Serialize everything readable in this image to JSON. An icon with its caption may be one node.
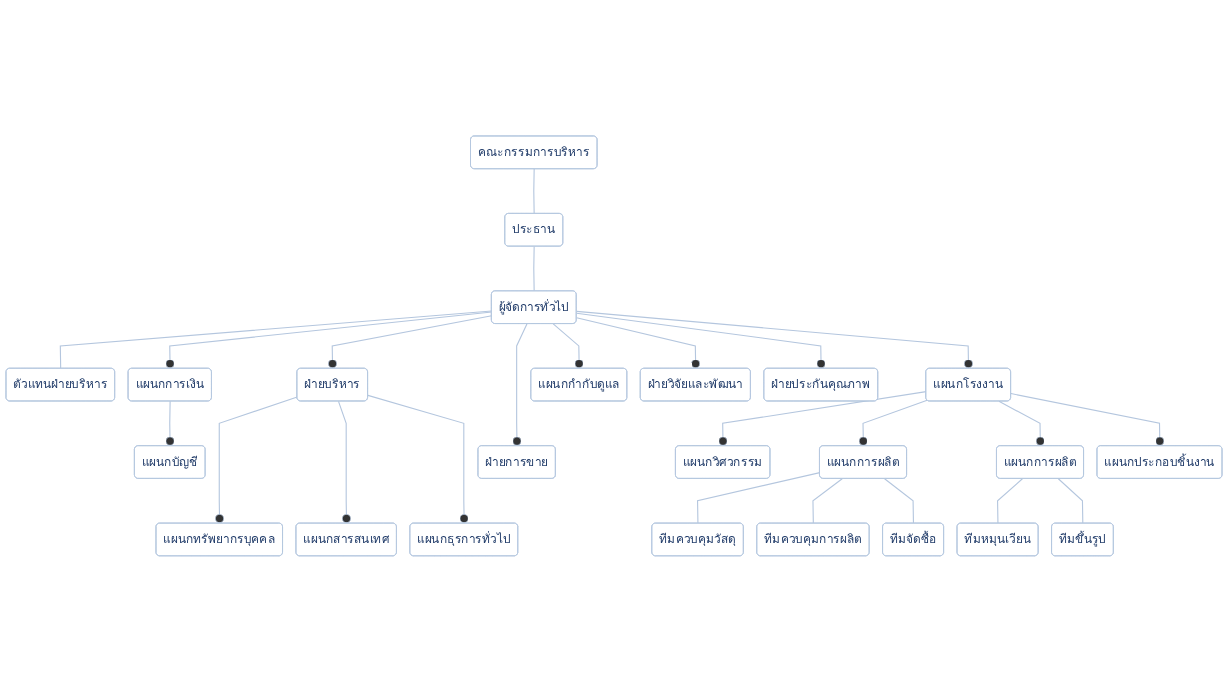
{
  "diagram": {
    "nodes": [
      {
        "text": [
          "คณะกรรมการบริหาร"
        ]
      },
      {
        "text": [
          "ประธาน"
        ]
      },
      {
        "text": [
          "ผู้จัดการทั่วไป"
        ]
      },
      {
        "text": [
          "ตัวแทนฝ่ายบริหาร"
        ]
      },
      {
        "text": [
          "แผนกการเงิน"
        ]
      },
      {
        "text": [
          "ฝ่ายบริหาร"
        ]
      },
      {
        "text": [
          "ฝ่ายการขาย"
        ]
      },
      {
        "text": [
          "แผนกกำกับดูแล"
        ]
      },
      {
        "text": [
          "ฝ่ายวิจัยและพัฒนา"
        ]
      },
      {
        "text": [
          "ฝ่ายประกันคุณภาพ"
        ]
      },
      {
        "text": [
          "แผนกโรงงาน"
        ]
      },
      {
        "text": [
          "แผนกบัญชี"
        ]
      },
      {
        "text": [
          "แผนกทรัพยากรบุคคล"
        ]
      },
      {
        "text": [
          "แผนกสารสนเทศ"
        ]
      },
      {
        "text": [
          "แผนกธุรการทั่วไป"
        ]
      },
      {
        "text": [
          "แผนกวิศวกรรม"
        ]
      },
      {
        "text": [
          "แผนกการผลิต"
        ]
      },
      {
        "text": [
          "แผนกการผลิต"
        ]
      },
      {
        "text": [
          "แผนกประกอบชิ้นงาน"
        ]
      },
      {
        "text": [
          "ทีมควบคุมวัสดุ"
        ]
      },
      {
        "text": [
          "ทีมควบคุมการผลิต"
        ]
      },
      {
        "text": [
          "ทีมจัดซื้อ"
        ]
      },
      {
        "text": [
          "ทีมหมุนเวียน"
        ]
      },
      {
        "text": [
          "ทีมขึ้นรูป"
        ]
      }
    ],
    "edges": [
      {
        "from": 0,
        "to": 1,
        "arrow": "none"
      },
      {
        "from": 1,
        "to": 2,
        "arrow": "none"
      },
      {
        "from": 2,
        "to": 3,
        "arrow": "none"
      },
      {
        "from": 2,
        "to": 4,
        "arrow": "other"
      },
      {
        "from": 2,
        "to": 5,
        "arrow": "other"
      },
      {
        "from": 2,
        "to": 6,
        "arrow": "other"
      },
      {
        "from": 2,
        "to": 7,
        "arrow": "other"
      },
      {
        "from": 2,
        "to": 8,
        "arrow": "other"
      },
      {
        "from": 2,
        "to": 9,
        "arrow": "other"
      },
      {
        "from": 2,
        "to": 10,
        "arrow": "other"
      },
      {
        "from": 4,
        "to": 11,
        "arrow": "other"
      },
      {
        "from": 5,
        "to": 12,
        "arrow": "other"
      },
      {
        "from": 5,
        "to": 13,
        "arrow": "other"
      },
      {
        "from": 5,
        "to": 14,
        "arrow": "other"
      },
      {
        "from": 10,
        "to": 15,
        "arrow": "other"
      },
      {
        "from": 10,
        "to": 16,
        "arrow": "other"
      },
      {
        "from": 10,
        "to": 17,
        "arrow": "other"
      },
      {
        "from": 10,
        "to": 18,
        "arrow": "other"
      },
      {
        "from": 16,
        "to": 19,
        "arrow": "none"
      },
      {
        "from": 16,
        "to": 20,
        "arrow": "none"
      },
      {
        "from": 16,
        "to": 21,
        "arrow": "none"
      },
      {
        "from": 17,
        "to": 22,
        "arrow": "none"
      },
      {
        "from": 17,
        "to": 23,
        "arrow": "none"
      }
    ]
  }
}
